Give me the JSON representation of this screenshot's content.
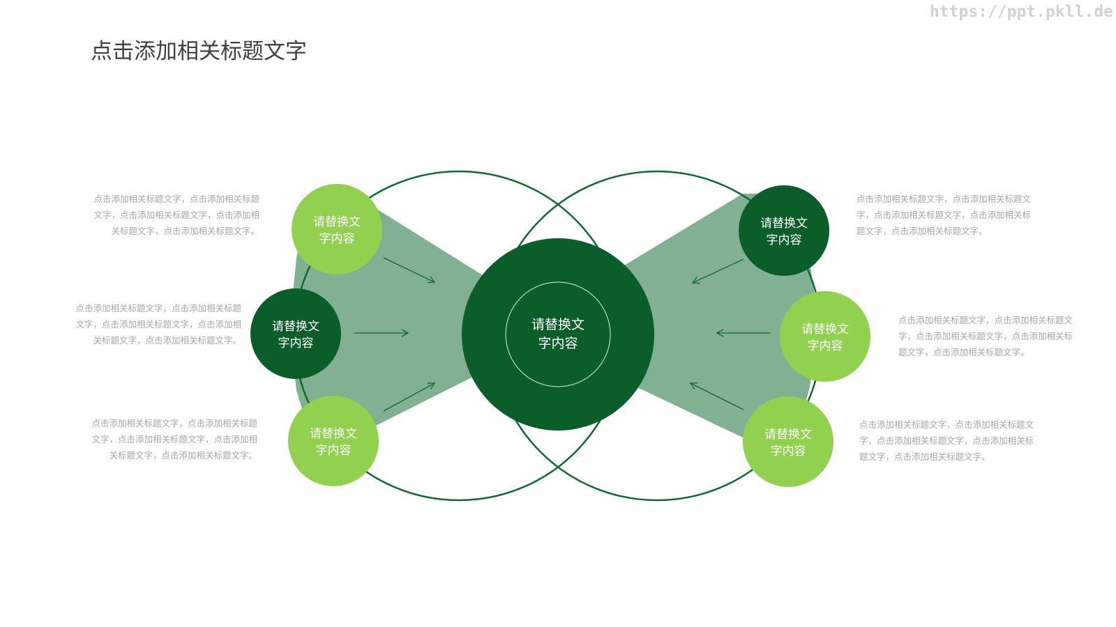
{
  "watermark": "https://ppt.pkll.de",
  "title": "点击添加相关标题文字",
  "center": {
    "line1": "请替换文",
    "line2": "字内容"
  },
  "nodes": [
    {
      "id": "left-top",
      "line1": "请替换文",
      "line2": "字内容",
      "color": "#92d050"
    },
    {
      "id": "left-mid",
      "line1": "请替换文",
      "line2": "字内容",
      "color": "#0b5e2a"
    },
    {
      "id": "left-bottom",
      "line1": "请替换文",
      "line2": "字内容",
      "color": "#92d050"
    },
    {
      "id": "right-top",
      "line1": "请替换文",
      "line2": "字内容",
      "color": "#0b5e2a"
    },
    {
      "id": "right-mid",
      "line1": "请替换文",
      "line2": "字内容",
      "color": "#92d050"
    },
    {
      "id": "right-bottom",
      "line1": "请替换文",
      "line2": "字内容",
      "color": "#92d050"
    }
  ],
  "descriptions": {
    "left_top": {
      "l1": "点击添加相关标题文字，点击添加相关标题",
      "l2": "文字，点击添加相关标题文字，点击添加相",
      "l3": "关标题文字，点击添加相关标题文字。"
    },
    "left_mid": {
      "l1": "点击添加相关标题文字，点击添加相关标题",
      "l2": "文字，点击添加相关标题文字，点击添加相",
      "l3": "关标题文字，点击添加相关标题文字。"
    },
    "left_bottom": {
      "l1": "点击添加相关标题文字，点击添加相关标题",
      "l2": "文字，点击添加相关标题文字，点击添加相",
      "l3": "关标题文字，点击添加相关标题文字。"
    },
    "right_top": {
      "l1": "点击添加相关标题文字，点击添加相关标题文",
      "l2": "字，点击添加相关标题文字，点击添加相关标",
      "l3": "题文字，点击添加相关标题文字。"
    },
    "right_mid": {
      "l1": "点击添加相关标题文字，点击添加相关标题文",
      "l2": "字，点击添加相关标题文字，点击添加相关标",
      "l3": "题文字，点击添加相关标题文字。"
    },
    "right_bottom": {
      "l1": "点击添加相关标题文字，点击添加相关标题文",
      "l2": "字，点击添加相关标题文字，点击添加相关标",
      "l3": "题文字，点击添加相关标题文字。"
    }
  },
  "colors": {
    "dark_green": "#0b5e2a",
    "light_green": "#92d050",
    "band": "#82b092",
    "ring": "#0e6a30"
  }
}
